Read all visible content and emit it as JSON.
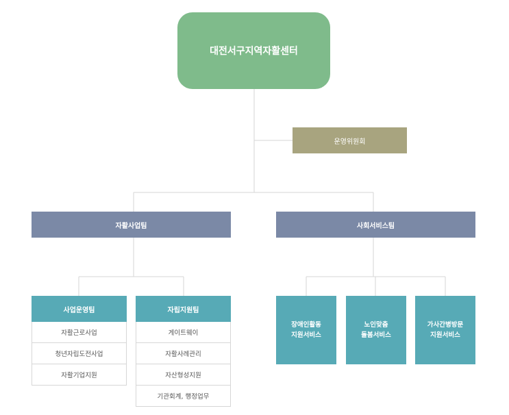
{
  "root": {
    "label": "대전서구지역자활센터"
  },
  "committee": {
    "label": "운영위원회"
  },
  "teams": [
    {
      "label": "자활사업팀",
      "subteams": [
        {
          "label": "사업운영팀",
          "items": [
            "자활근로사업",
            "청년자립도전사업",
            "자활기업지원"
          ]
        },
        {
          "label": "자립지원팀",
          "items": [
            "게이트웨이",
            "자활사례관리",
            "자산형성지원",
            "기관회계, 행정업무"
          ]
        }
      ]
    },
    {
      "label": "사회서비스팀",
      "services": [
        {
          "line1": "장애인활동",
          "line2": "지원서비스"
        },
        {
          "line1": "노인맞춤",
          "line2": "돌봄서비스"
        },
        {
          "line1": "가사간병방문",
          "line2": "지원서비스"
        }
      ]
    }
  ],
  "colors": {
    "root": "#7fbb8b",
    "committee": "#a8a47f",
    "team": "#7b89a6",
    "subteam": "#57aab6",
    "connector": "#d6d6d6"
  }
}
